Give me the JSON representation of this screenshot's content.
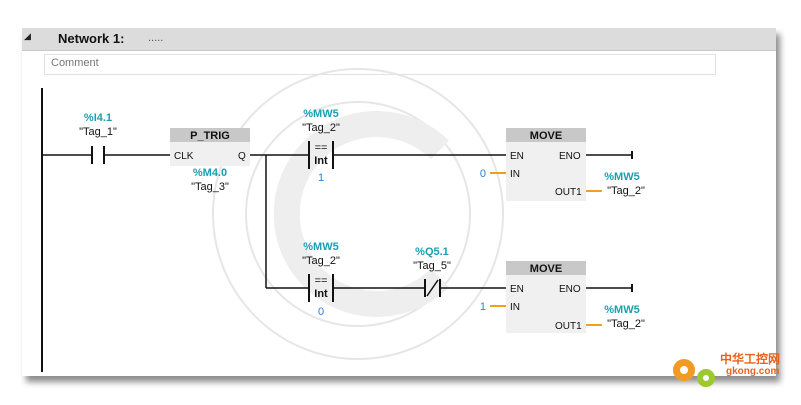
{
  "network": {
    "collapse_icon": "triangle-down-icon",
    "title": "Network 1:",
    "dots": "....."
  },
  "comment": {
    "placeholder": "Comment"
  },
  "contact": {
    "address": "%I4.1",
    "tag": "\"Tag_1\""
  },
  "ptrig": {
    "title": "P_TRIG",
    "clk": "CLK",
    "q": "Q",
    "address": "%M4.0",
    "tag": "\"Tag_3\""
  },
  "cmp1": {
    "address": "%MW5",
    "tag": "\"Tag_2\"",
    "op": "==",
    "type": "Int",
    "value": "1"
  },
  "move1": {
    "title": "MOVE",
    "en": "EN",
    "eno": "ENO",
    "in": "IN",
    "out": "OUT1",
    "in_value": "0",
    "out_address": "%MW5",
    "out_tag": "\"Tag_2\""
  },
  "cmp2": {
    "address": "%MW5",
    "tag": "\"Tag_2\"",
    "op": "==",
    "type": "Int",
    "value": "0"
  },
  "contact2": {
    "address": "%Q5.1",
    "tag": "\"Tag_5\""
  },
  "move2": {
    "title": "MOVE",
    "en": "EN",
    "eno": "ENO",
    "in": "IN",
    "out": "OUT1",
    "in_value": "1",
    "out_address": "%MW5",
    "out_tag": "\"Tag_2\""
  },
  "watermark": {
    "cn": "中华工控网",
    "url": "gkong.com"
  },
  "colors": {
    "address": "#1aa0b0",
    "value": "#2a7fd6",
    "connector": "#f0a020",
    "box_header": "#c8c8c8",
    "box_body": "#f0f0f0"
  }
}
